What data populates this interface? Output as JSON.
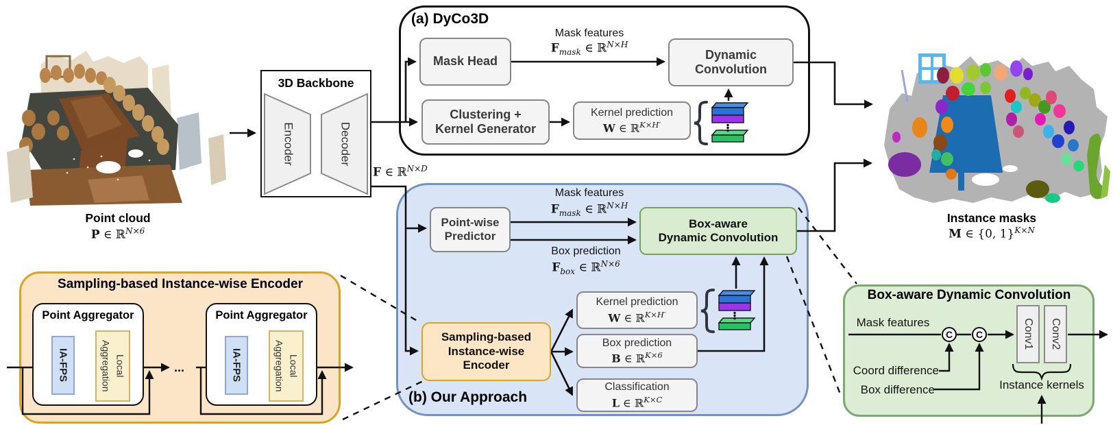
{
  "colors": {
    "kernel_blue": "#2e72d6",
    "kernel_blue_top": "#4a8ce0",
    "kernel_purple": "#9a35ec",
    "kernel_green": "#2fbf63",
    "kernel_green_top": "#57d886",
    "blue_panel_fill": "#d9e5f7",
    "blue_panel_border": "#7492bf",
    "orange_fill": "#fce6c5",
    "orange_border": "#d9a521",
    "green_fill": "#ddecd4",
    "green_border": "#7da86f",
    "gray_box_fill": "#f4f4f4",
    "gray_box_border": "#868686",
    "table_blue": "#1b6cb0"
  },
  "point_cloud": {
    "label": "Point cloud",
    "formula": {
      "v": "P",
      "r": " ∈ ℝ",
      "sup": "N×6"
    }
  },
  "backbone": {
    "title": "3D Backbone",
    "encoder": "Encoder",
    "decoder": "Decoder",
    "out_formula": {
      "v": "F",
      "r": " ∈ ℝ",
      "sup": "N×D"
    }
  },
  "dyco3d": {
    "title": "(a) DyCo3D",
    "mask_head": "Mask Head",
    "dynamic_convolution": {
      "line1": "Dynamic",
      "line2": "Convolution"
    },
    "clustering": {
      "line1": "Clustering +",
      "line2": "Kernel Generator"
    },
    "mask_features_label": "Mask features",
    "mask_features_formula": {
      "v": "F",
      "sub": "mask",
      "r": " ∈ ℝ",
      "sup": "N×H"
    },
    "kernel_prediction_label": "Kernel prediction",
    "kernel_formula": {
      "v": "W",
      "r": " ∈ ℝ",
      "sup": "K×H′"
    }
  },
  "our_approach": {
    "title": "(b) Our Approach",
    "point_wise": {
      "line1": "Point-wise",
      "line2": "Predictor"
    },
    "mask_features_label": "Mask features",
    "mask_features_formula": {
      "v": "F",
      "sub": "mask",
      "r": " ∈ ℝ",
      "sup": "N×H"
    },
    "box_pred_arrow_label": "Box prediction",
    "box_pred_arrow_formula": {
      "v": "F",
      "sub": "box",
      "r": " ∈ ℝ",
      "sup": "N×6"
    },
    "box_aware": {
      "line1": "Box-aware",
      "line2": "Dynamic Convolution"
    },
    "sampler": {
      "line1": "Sampling-based",
      "line2": "Instance-wise",
      "line3": "Encoder"
    },
    "kernel_prediction_label": "Kernel prediction",
    "kernel_formula": {
      "v": "W",
      "r": " ∈ ℝ",
      "sup": "K×H′"
    },
    "box_prediction_label": "Box prediction",
    "box_prediction_formula": {
      "v": "B",
      "r": " ∈ ℝ",
      "sup": "K×6"
    },
    "classification_label": "Classification",
    "classification_formula": {
      "v": "L",
      "r": " ∈ ℝ",
      "sup": "K×C"
    }
  },
  "instance_encoder": {
    "title": "Sampling-based Instance-wise Encoder",
    "aggregator": "Point Aggregator",
    "ia_fps": "IA-FPS",
    "local_aggregation": "Local\nAggregation",
    "dots": "..."
  },
  "box_aware_detail": {
    "title": "Box-aware Dynamic Convolution",
    "mask_features": "Mask features",
    "coord_difference": "Coord difference",
    "box_difference": "Box difference",
    "concat1": "C",
    "concat2": "C",
    "conv1": "Conv1",
    "conv2": "Conv2",
    "instance_kernels": "Instance kernels"
  },
  "instance_masks": {
    "label": "Instance masks",
    "formula": {
      "v": "M",
      "r": " ∈ {0, 1}",
      "sup": "K×N"
    }
  }
}
